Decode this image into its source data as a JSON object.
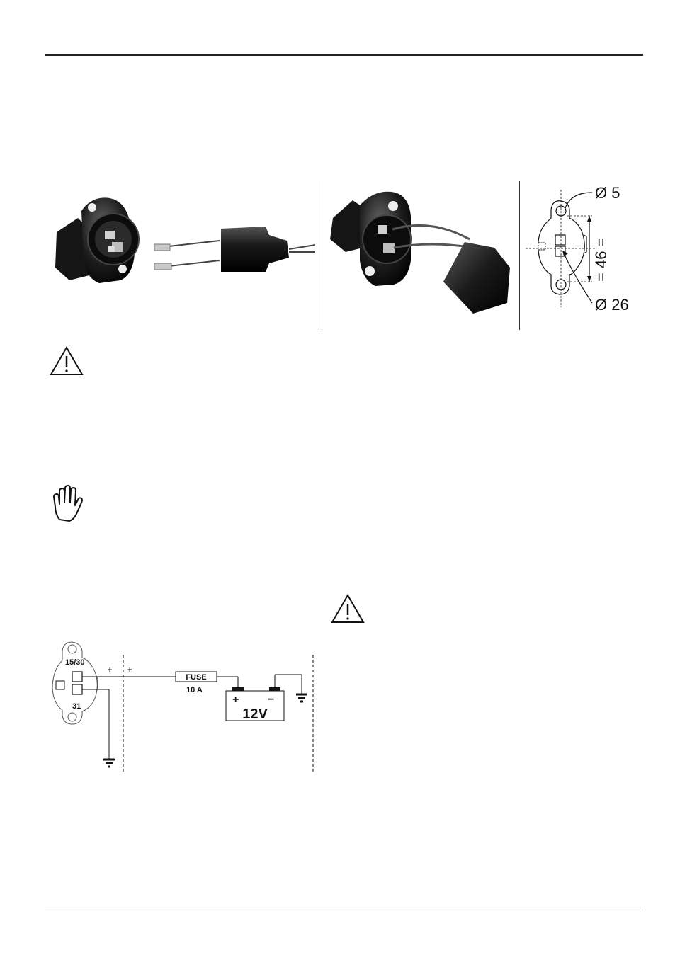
{
  "dimensions": {
    "hole_diameter": "Ø 5",
    "socket_diameter": "Ø 26",
    "spacing": "= 46 ="
  },
  "wiring": {
    "terminal_top": "15/30",
    "terminal_bottom": "31",
    "plus_left": "+",
    "plus_right": "+",
    "fuse_label": "FUSE",
    "fuse_rating": "10 A",
    "battery_plus": "+",
    "battery_minus": "−",
    "battery_voltage": "12V"
  },
  "icons": [
    "warning-triangle-icon",
    "stop-hand-icon",
    "warning-triangle-icon"
  ]
}
